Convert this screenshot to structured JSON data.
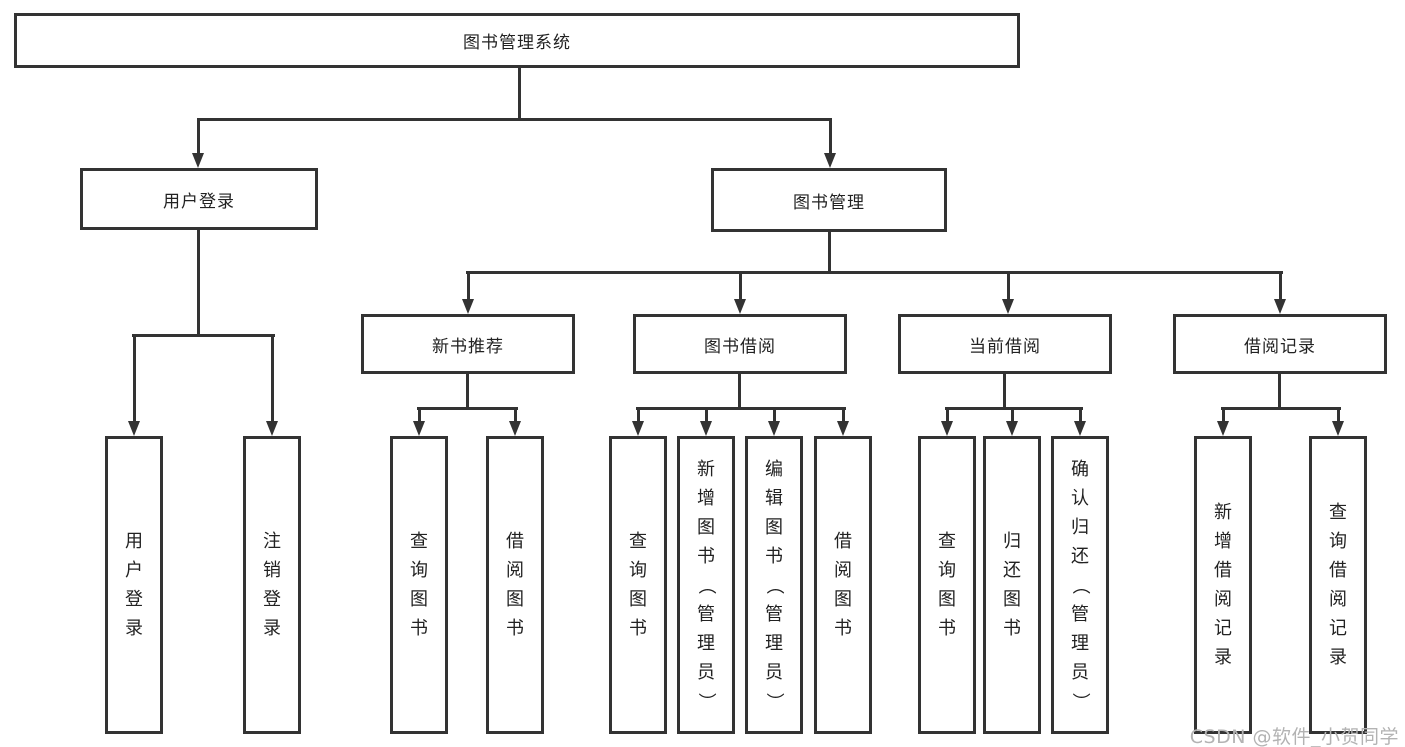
{
  "title": "图书管理系统",
  "watermark": "CSDN @软件_小贺同学",
  "colors": {
    "line": "#333333",
    "text": "#222222",
    "background": "#ffffff",
    "watermark": "#b3b3b3"
  },
  "labels": {
    "root": "图书管理系统",
    "user_login": "用户登录",
    "book_mgmt": "图书管理",
    "leaf_user_login": "用户登录",
    "leaf_logout": "注销登录",
    "new_book_rec": "新书推荐",
    "book_borrow": "图书借阅",
    "current_borrow": "当前借阅",
    "borrow_records": "借阅记录",
    "rec_query_books": "查询图书",
    "rec_borrow_books": "借阅图书",
    "bb_query_books": "查询图书",
    "bb_add_books": "新增图书（管理员）",
    "bb_edit_books": "编辑图书（管理员）",
    "bb_borrow_books": "借阅图书",
    "cb_query_books": "查询图书",
    "cb_return_books": "归还图书",
    "cb_confirm_return": "确认归还（管理员）",
    "br_add_record": "新增借阅记录",
    "br_query_record": "查询借阅记录"
  },
  "tree": {
    "图书管理系统": {
      "用户登录": [
        "用户登录",
        "注销登录"
      ],
      "图书管理": {
        "新书推荐": [
          "查询图书",
          "借阅图书"
        ],
        "图书借阅": [
          "查询图书",
          "新增图书（管理员）",
          "编辑图书（管理员）",
          "借阅图书"
        ],
        "当前借阅": [
          "查询图书",
          "归还图书",
          "确认归还（管理员）"
        ],
        "借阅记录": [
          "新增借阅记录",
          "查询借阅记录"
        ]
      }
    }
  }
}
